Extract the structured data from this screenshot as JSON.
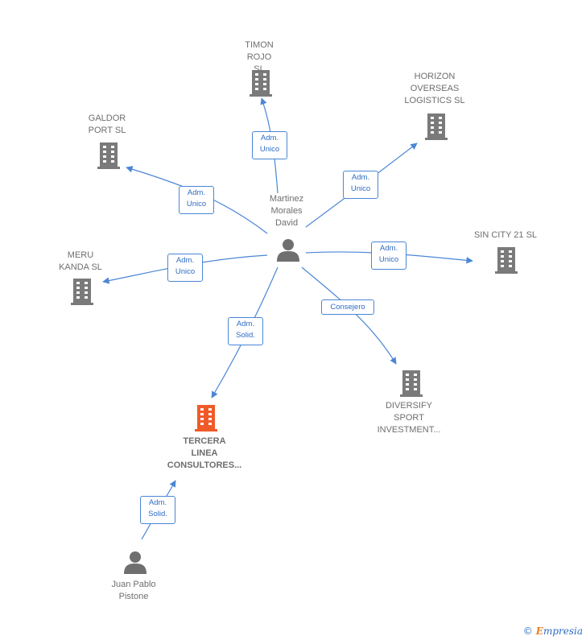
{
  "center": {
    "name": "Martinez\nMorales\nDavid"
  },
  "companies": [
    {
      "id": "timon",
      "name": "TIMON\nROJO SL"
    },
    {
      "id": "horizon",
      "name": "HORIZON\nOVERSEAS\nLOGISTICS  SL"
    },
    {
      "id": "galdor",
      "name": "GALDOR\nPORT SL"
    },
    {
      "id": "sincity",
      "name": "SIN CITY 21 SL"
    },
    {
      "id": "meru",
      "name": "MERU\nKANDA SL"
    },
    {
      "id": "diversify",
      "name": "DIVERSIFY\nSPORT\nINVESTMENT..."
    },
    {
      "id": "tercera",
      "name": "TERCERA\nLINEA\nCONSULTORES..."
    }
  ],
  "people": [
    {
      "id": "juan",
      "name": "Juan Pablo\nPistone"
    }
  ],
  "relations": [
    {
      "id": "r-timon",
      "label": "Adm.\nUnico"
    },
    {
      "id": "r-horizon",
      "label": "Adm.\nUnico"
    },
    {
      "id": "r-galdor",
      "label": "Adm.\nUnico"
    },
    {
      "id": "r-sincity",
      "label": "Adm.\nUnico"
    },
    {
      "id": "r-meru",
      "label": "Adm.\nUnico"
    },
    {
      "id": "r-diversify",
      "label": "Consejero"
    },
    {
      "id": "r-tercera",
      "label": "Adm.\nSolid."
    },
    {
      "id": "r-juan",
      "label": "Adm.\nSolid."
    }
  ],
  "colors": {
    "edge": "#4a86d6",
    "building": "#7a7a7a",
    "focus_building": "#f05a28",
    "person": "#6f6f6f"
  },
  "brand": {
    "copyright": "©",
    "initial": "E",
    "rest": "mpresia"
  }
}
